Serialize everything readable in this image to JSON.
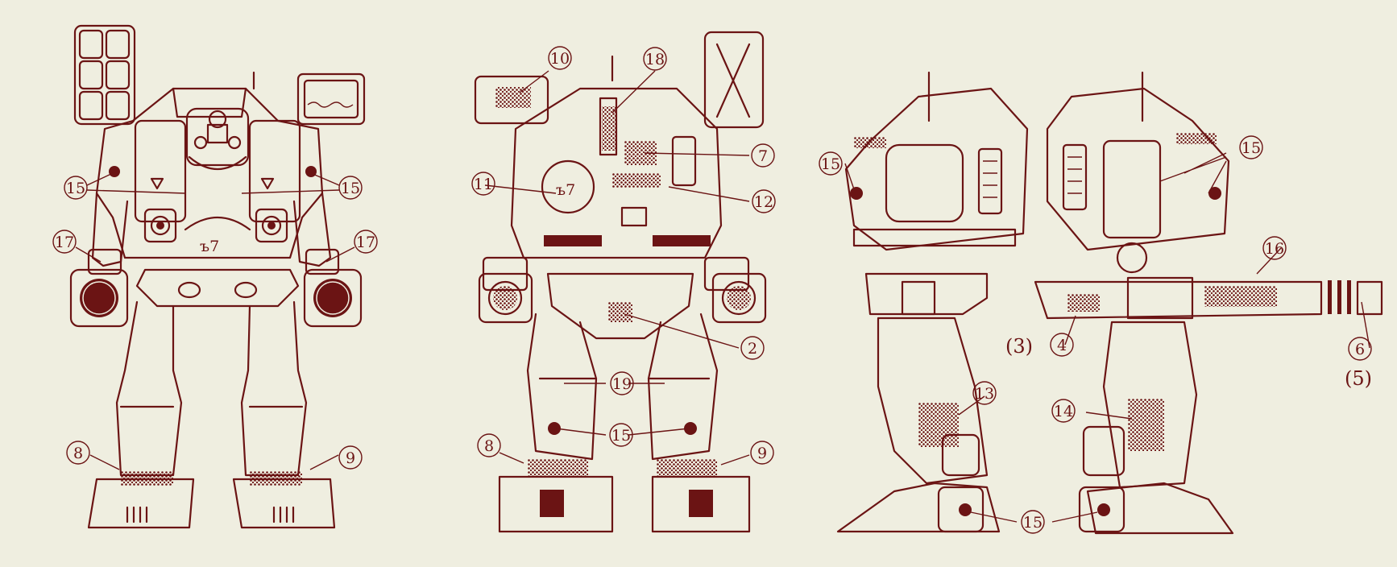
{
  "colors": {
    "background": "#efeee0",
    "ink": "#6b1414"
  },
  "views": [
    {
      "name": "front-view",
      "callouts": [
        {
          "label": "15"
        },
        {
          "label": "15"
        },
        {
          "label": "17"
        },
        {
          "label": "17"
        },
        {
          "label": "8"
        },
        {
          "label": "9"
        }
      ],
      "emblem": "ъ7"
    },
    {
      "name": "rear-view",
      "callouts": [
        {
          "label": "10"
        },
        {
          "label": "18"
        },
        {
          "label": "7"
        },
        {
          "label": "11"
        },
        {
          "label": "12"
        },
        {
          "label": "2"
        },
        {
          "label": "19"
        },
        {
          "label": "15"
        },
        {
          "label": "8"
        },
        {
          "label": "9"
        }
      ],
      "emblem": "ъ7"
    },
    {
      "name": "side-views",
      "callouts": [
        {
          "label": "15"
        },
        {
          "label": "15"
        },
        {
          "label": "16"
        },
        {
          "label": "(3)"
        },
        {
          "label": "4"
        },
        {
          "label": "6"
        },
        {
          "label": "(5)"
        },
        {
          "label": "13"
        },
        {
          "label": "14"
        },
        {
          "label": "15"
        }
      ]
    }
  ]
}
